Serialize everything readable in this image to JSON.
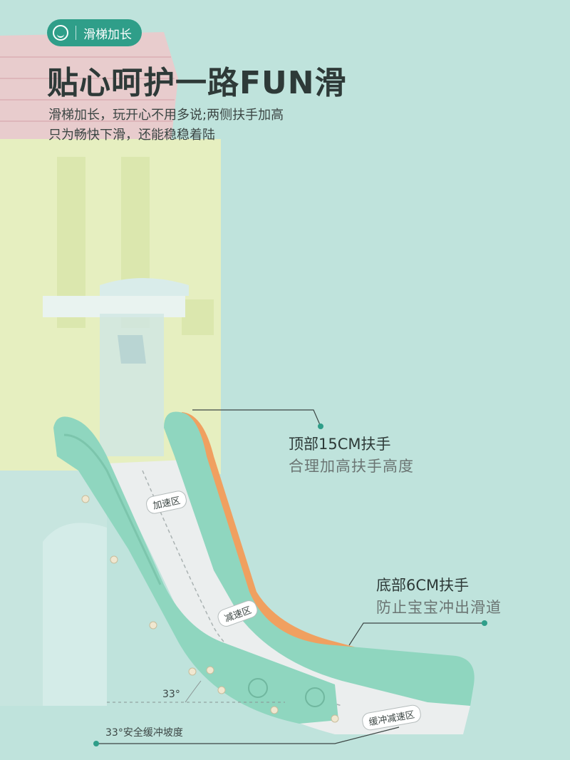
{
  "badge": {
    "label": "滑梯加长",
    "icon": "smile-icon"
  },
  "headline": "贴心呵护一路FUN滑",
  "description": {
    "line1": "滑梯加长，玩开心不用多说;两侧扶手加高",
    "line2": "只为畅快下滑，还能稳稳着陆"
  },
  "callouts": {
    "top_handrail": {
      "title": "顶部15CM扶手",
      "subtitle": "合理加高扶手高度"
    },
    "bottom_handrail": {
      "title": "底部6CM扶手",
      "subtitle": "防止宝宝冲出滑道"
    }
  },
  "zones": {
    "accelerate": "加速区",
    "decelerate": "减速区",
    "buffer": "缓冲减速区"
  },
  "angle": {
    "value": "33°",
    "caption": "33°安全缓冲坡度"
  },
  "colors": {
    "background": "#bfe3dc",
    "accent": "#2f9e89",
    "slide_rail": "#8fd6bf",
    "tower_yellow": "#e6efc0",
    "roof_pink": "#ecc9cb"
  }
}
